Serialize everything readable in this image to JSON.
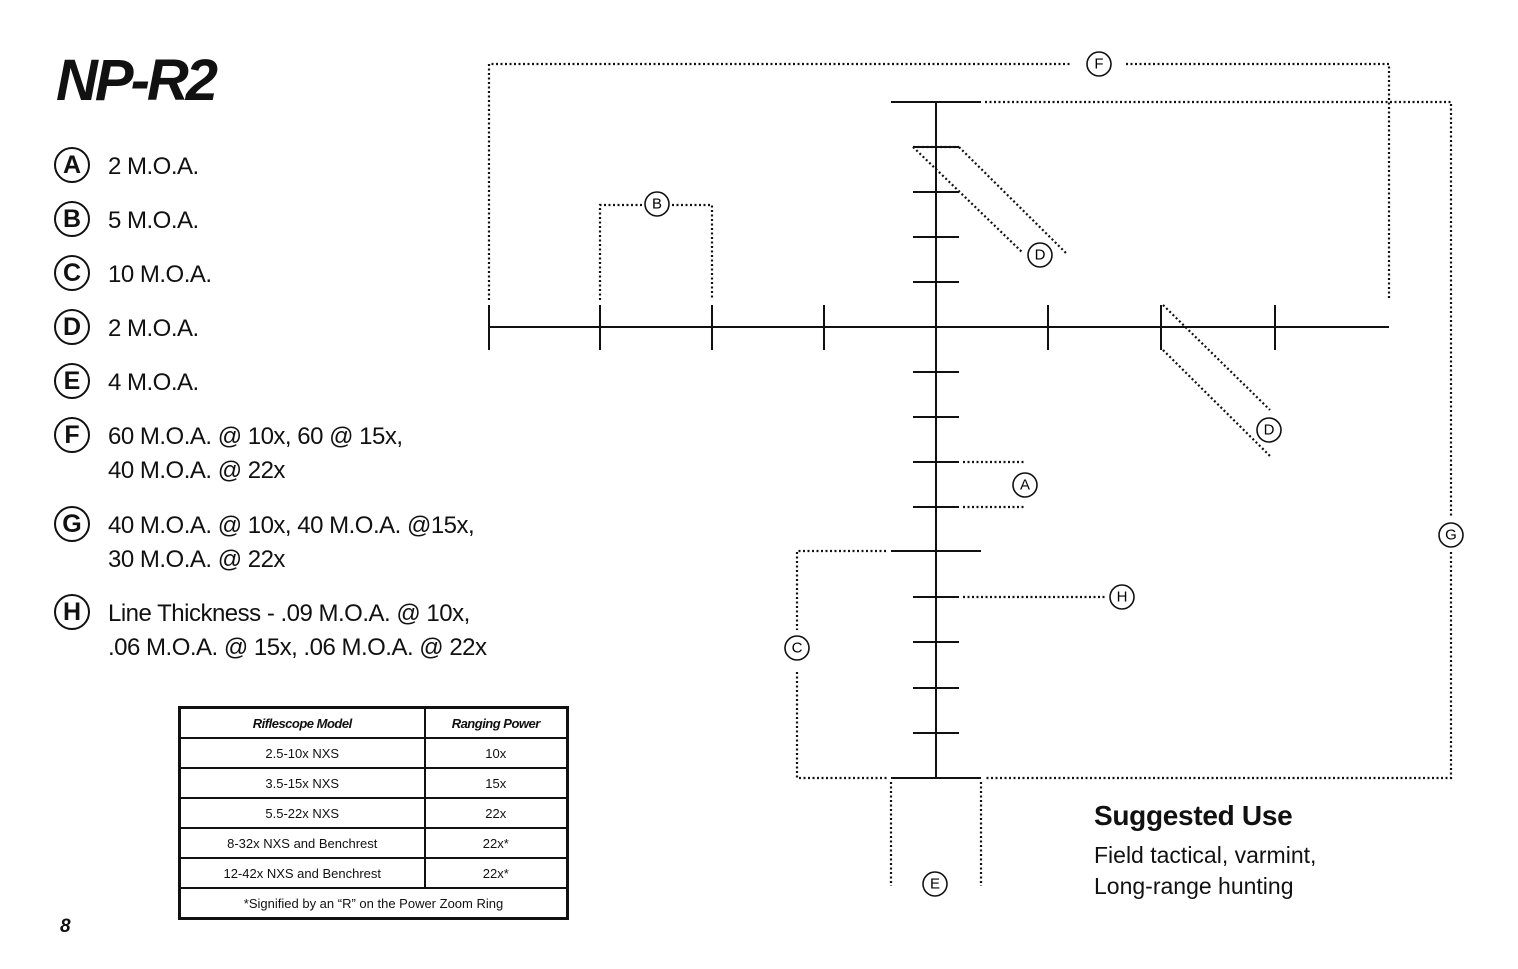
{
  "title": "NP-R2",
  "specs": [
    {
      "letter": "A",
      "lines": [
        "2 M.O.A."
      ]
    },
    {
      "letter": "B",
      "lines": [
        "5 M.O.A."
      ]
    },
    {
      "letter": "C",
      "lines": [
        "10 M.O.A."
      ]
    },
    {
      "letter": "D",
      "lines": [
        "2 M.O.A."
      ]
    },
    {
      "letter": "E",
      "lines": [
        "4 M.O.A."
      ]
    },
    {
      "letter": "F",
      "lines": [
        "60 M.O.A. @ 10x, 60  @ 15x,",
        "40 M.O.A. @ 22x"
      ]
    },
    {
      "letter": "G",
      "lines": [
        "40 M.O.A. @ 10x, 40 M.O.A. @15x,",
        "30 M.O.A. @ 22x"
      ]
    },
    {
      "letter": "H",
      "lines": [
        "Line Thickness - .09 M.O.A. @ 10x,",
        ".06 M.O.A. @ 15x, .06 M.O.A. @ 22x"
      ]
    }
  ],
  "table": {
    "headers": [
      "Riflescope Model",
      "Ranging Power"
    ],
    "rows": [
      [
        "2.5-10x NXS",
        "10x"
      ],
      [
        "3.5-15x NXS",
        "15x"
      ],
      [
        "5.5-22x NXS",
        "22x"
      ],
      [
        "8-32x NXS and Benchrest",
        "22x*"
      ],
      [
        "12-42x NXS and Benchrest",
        "22x*"
      ]
    ],
    "footnote": "*Signified by an “R” on the Power Zoom Ring"
  },
  "page_number": "8",
  "suggested_use": {
    "title": "Suggested Use",
    "lines": [
      "Field tactical, varmint,",
      "Long-range hunting"
    ]
  },
  "reticle_labels": {
    "F": "F",
    "B": "B",
    "D_upper": "D",
    "D_lower": "D",
    "A": "A",
    "H": "H",
    "C": "C",
    "G": "G",
    "E": "E"
  },
  "colors": {
    "ink": "#111111",
    "background": "#ffffff"
  }
}
